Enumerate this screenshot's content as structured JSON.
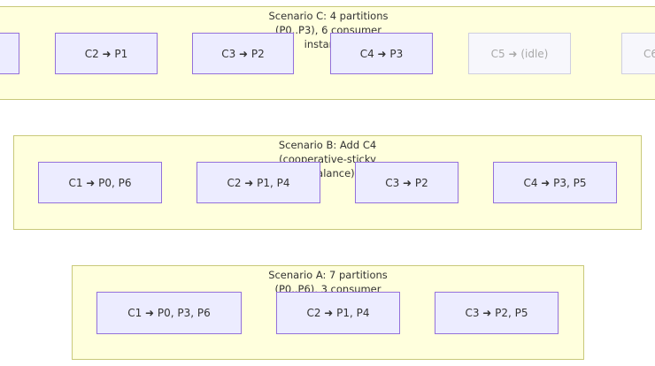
{
  "scenario_c": {
    "title": "Scenario C: 4 partitions\n(P0..P3), 6 consumer\ninstances",
    "nodes": {
      "c1": "",
      "c2": "C2 ➜ P1",
      "c3": "C3 ➜ P2",
      "c4": "C4 ➜ P3",
      "c5": "C5 ➜ (idle)",
      "c6": "C6"
    }
  },
  "scenario_b": {
    "title": "Scenario B: Add C4\n(cooperative-sticky\nrebalance)",
    "nodes": {
      "c1": "C1 ➜ P0, P6",
      "c2": "C2 ➜ P1, P4",
      "c3": "C3 ➜ P2",
      "c4": "C4 ➜ P3, P5"
    }
  },
  "scenario_a": {
    "title": "Scenario A: 7 partitions\n(P0..P6), 3 consumer\ninstances",
    "nodes": {
      "c1": "C1 ➜ P0, P3, P6",
      "c2": "C2 ➜ P1, P4",
      "c3": "C3 ➜ P2, P5"
    }
  },
  "colors": {
    "cluster_fill": "#ffffdd",
    "cluster_border": "#c9c97a",
    "node_fill": "#ececff",
    "node_border": "#9370db",
    "idle_text": "#a8a8a8"
  }
}
